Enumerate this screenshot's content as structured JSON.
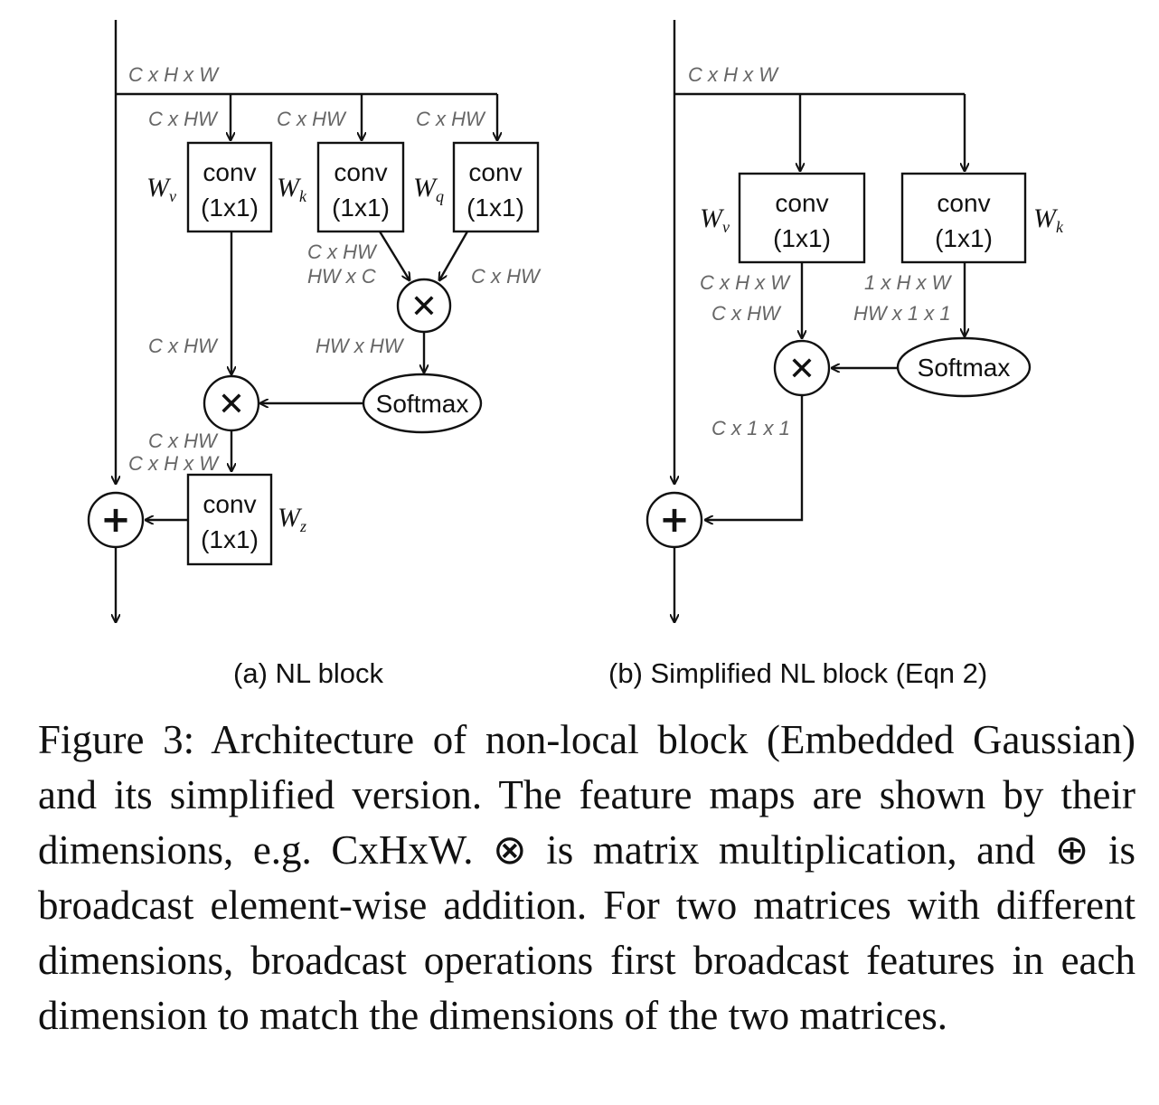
{
  "diagram_a": {
    "input_dim": "C x H x W",
    "branch_dims": [
      "C x HW",
      "C x HW",
      "C x HW"
    ],
    "conv_label": "conv",
    "conv_size": "(1x1)",
    "weights": {
      "v": "v",
      "k": "k",
      "q": "q",
      "z": "z",
      "W": "W"
    },
    "key_out_dims": [
      "C x HW",
      "HW x C"
    ],
    "query_out_dim": "C x HW",
    "value_out_dim": "C x HW",
    "attn_dim": "HW x HW",
    "softmax": "Softmax",
    "product_dims": [
      "C x HW",
      "C x H x W"
    ]
  },
  "diagram_b": {
    "input_dim": "C x H x W",
    "conv_label": "conv",
    "conv_size": "(1x1)",
    "weights": {
      "v": "v",
      "k": "k",
      "W": "W"
    },
    "value_out_dims": [
      "C x H x W",
      "C x HW"
    ],
    "key_out_dims": [
      "1 x H x W",
      "HW x 1 x 1"
    ],
    "softmax": "Softmax",
    "context_dim": "C x 1 x 1"
  },
  "symbols": {
    "multiply": "✕",
    "add": "+"
  },
  "subcaptions": {
    "a": "(a) NL block",
    "b": "(b) Simplified NL block (Eqn 2)"
  },
  "caption": "Figure 3: Architecture of non-local block (Embedded Gaussian) and its simplified version. The feature maps are shown by their dimensions, e.g. CxHxW. ⊗ is matrix multiplication, and ⊕ is broadcast element-wise addition. For two matrices with different dimensions, broadcast operations first broadcast features in each dimension to match the dimensions of the two matrices."
}
